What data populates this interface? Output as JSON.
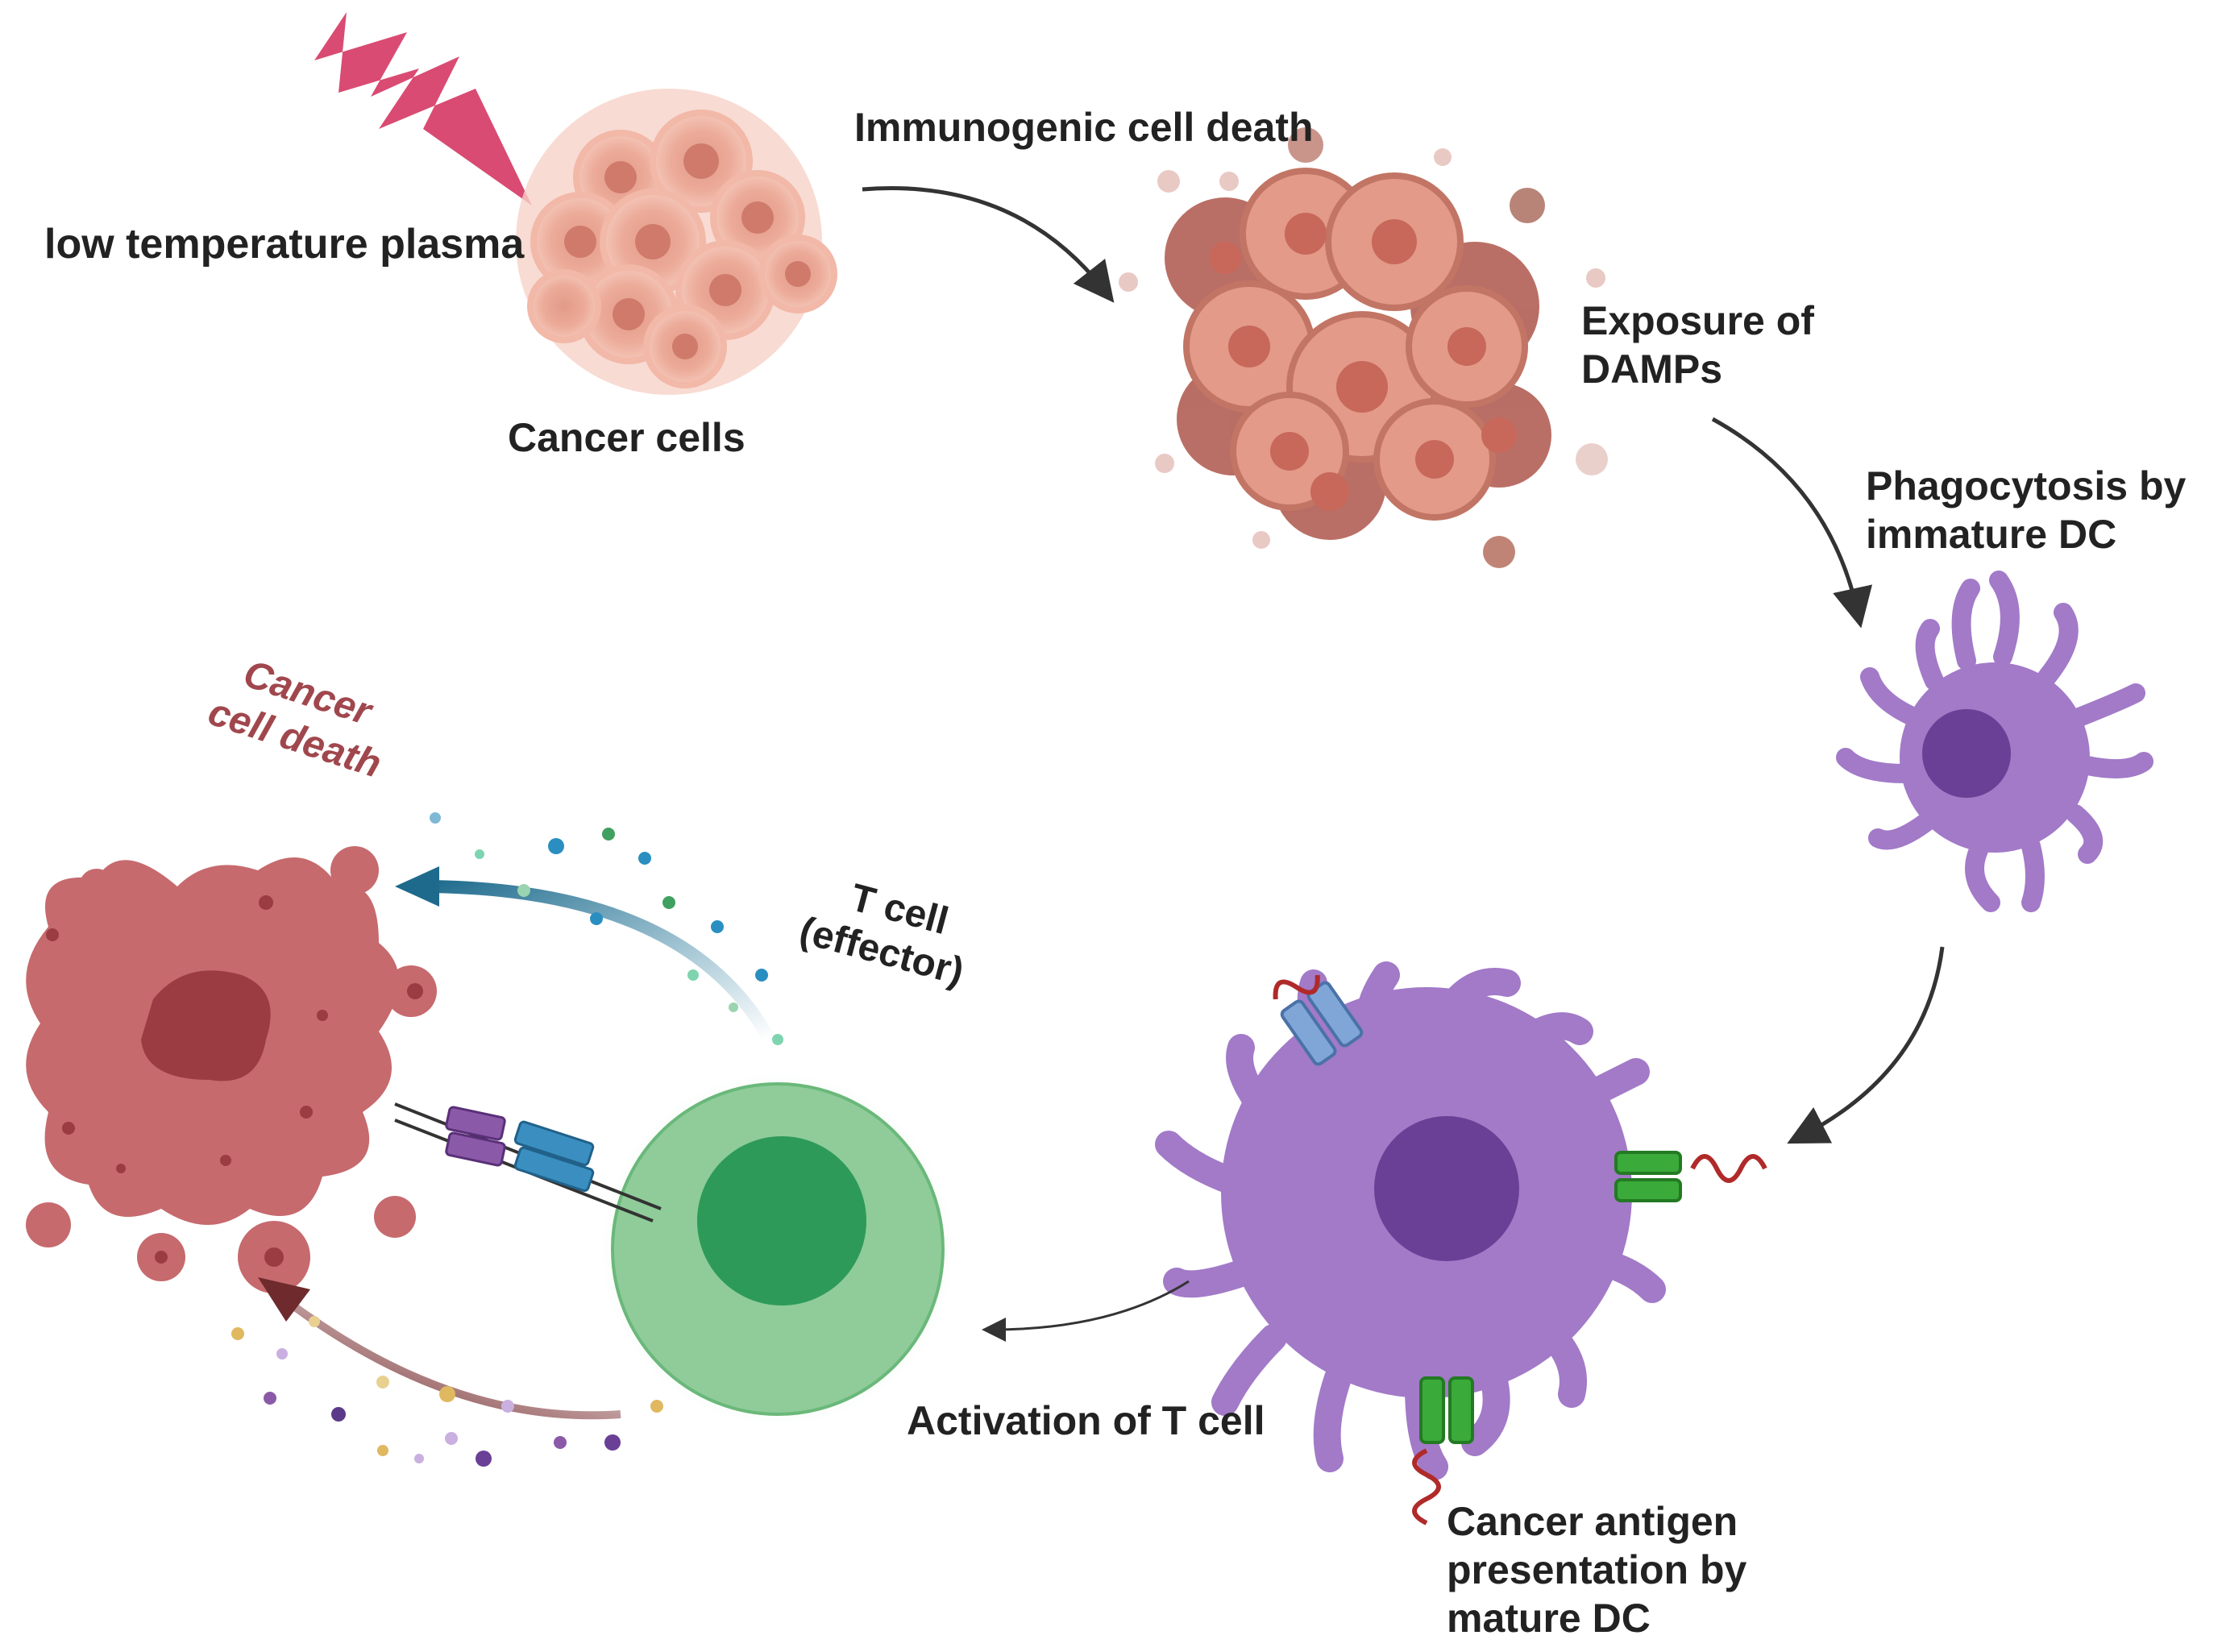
{
  "labels": {
    "plasma": "low temperature plasma",
    "cancer_cells": "Cancer cells",
    "icd": "Immunogenic cell death",
    "damps_line1": "Exposure of",
    "damps_line2": "DAMPs",
    "phago_line1": "Phagocytosis  by",
    "phago_line2": "immature  DC",
    "antigen_line1": "Cancer antigen",
    "antigen_line2": "presentation by",
    "antigen_line3": "mature DC",
    "activation": "Activation of T cell",
    "tcell_line1": "T cell",
    "tcell_line2": "(effector)",
    "death_line1": "Cancer",
    "death_line2": "cell death"
  },
  "colors": {
    "text": "#222222",
    "death_text": "#a0474d",
    "lightning": "#d94b72",
    "cancer_cell": "#e8a090",
    "damaged_cell": "#c9786c",
    "dendritic_cell": "#a27ac8",
    "dendritic_nucleus": "#6a3f96",
    "t_cell": "#8fcc9a",
    "t_cell_nucleus": "#2e9a5a",
    "dead_cell": "#c66a6e",
    "arrow": "#333333"
  },
  "icons": [
    "lightning-bolt-icon",
    "cancer-cell-cluster-icon",
    "dying-cell-cluster-icon",
    "immature-dendritic-cell-icon",
    "mature-dendritic-cell-icon",
    "t-cell-icon",
    "dying-cancer-cell-icon",
    "receptor-complex-icon"
  ]
}
